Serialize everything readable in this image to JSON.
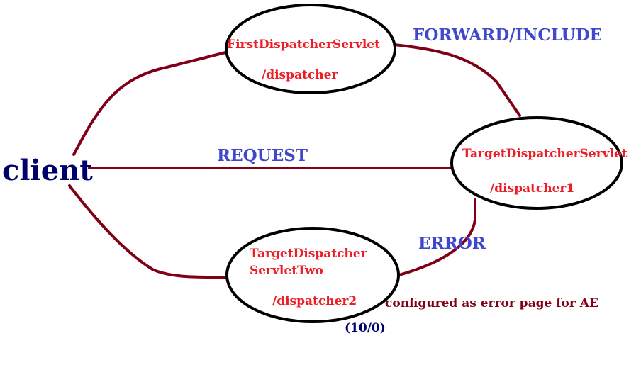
{
  "colors": {
    "edge": "#800018",
    "node_text": "#ee1c24",
    "edge_label": "#3f48cc",
    "client": "#00006a",
    "note": "#800018",
    "note_small": "#00006a",
    "ellipse_stroke": "#000000"
  },
  "client": {
    "label": "client"
  },
  "nodes": {
    "first": {
      "line1": "FirstDispatcherServlet",
      "path": "/dispatcher"
    },
    "target": {
      "line1": "TargetDispatcherServlet",
      "path": "/dispatcher1"
    },
    "target_two": {
      "line1": "TargetDispatcher",
      "line2": "ServletTwo",
      "path": "/dispatcher2"
    }
  },
  "edges": {
    "forward_include": "FORWARD/INCLUDE",
    "request": "REQUEST",
    "error": "ERROR"
  },
  "note": {
    "error_page": "configured as error page  for AE",
    "expression": "(10/0)"
  }
}
